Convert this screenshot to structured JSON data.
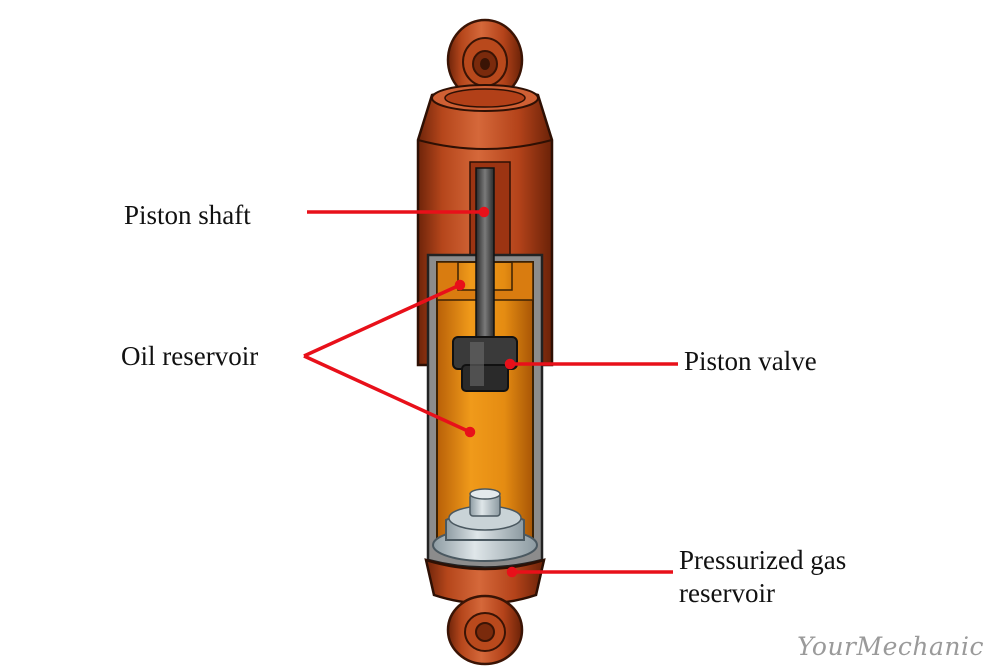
{
  "labels": {
    "piston_shaft": "Piston shaft",
    "oil_reservoir": "Oil reservoir",
    "piston_valve": "Piston valve",
    "gas_line1": "Pressurized gas",
    "gas_line2": "reservoir"
  },
  "logo": {
    "text": "YourMechanic"
  },
  "colors": {
    "body": "#b8471c",
    "body_dark": "#7a2a0c",
    "oil": "#e48c12",
    "leader": "#e8101a",
    "shaft": "#4a4a4a",
    "gas_cap": "#b7c3c8"
  }
}
